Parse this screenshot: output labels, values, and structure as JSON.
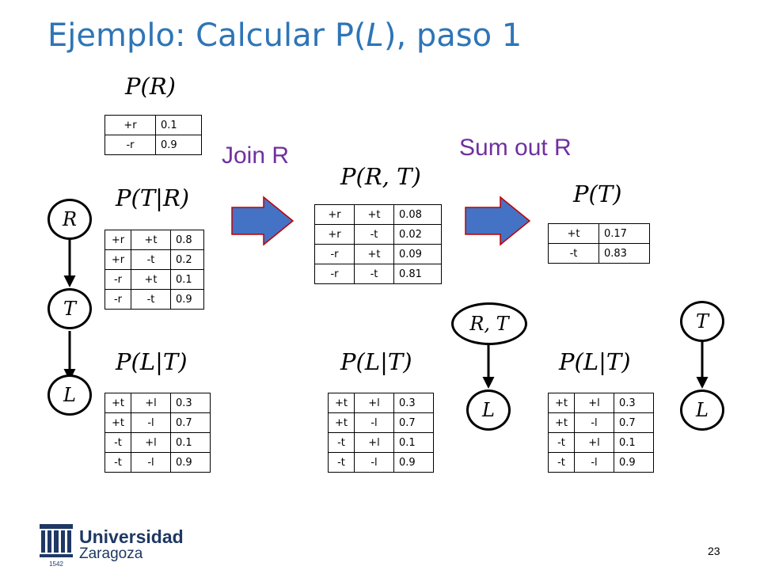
{
  "slide": {
    "title_prefix": "Ejemplo: Calcular P(",
    "title_var": "L",
    "title_suffix": "), paso 1",
    "page_number": "23"
  },
  "operations": {
    "join": "Join R",
    "sum_out": "Sum out R"
  },
  "labels": {
    "p_r": "P(R)",
    "p_t_given_r": "P(T|R)",
    "p_r_t": "P(R, T)",
    "p_t": "P(T)",
    "p_l_given_t_1": "P(L|T)",
    "p_l_given_t_2": "P(L|T)",
    "p_l_given_t_3": "P(L|T)"
  },
  "tables": {
    "p_r": [
      [
        "+r",
        "0.1"
      ],
      [
        "-r",
        "0.9"
      ]
    ],
    "p_t_given_r": [
      [
        "+r",
        "+t",
        "0.8"
      ],
      [
        "+r",
        "-t",
        "0.2"
      ],
      [
        "-r",
        "+t",
        "0.1"
      ],
      [
        "-r",
        "-t",
        "0.9"
      ]
    ],
    "p_r_t": [
      [
        "+r",
        "+t",
        "0.08"
      ],
      [
        "+r",
        "-t",
        "0.02"
      ],
      [
        "-r",
        "+t",
        "0.09"
      ],
      [
        "-r",
        "-t",
        "0.81"
      ]
    ],
    "p_t": [
      [
        "+t",
        "0.17"
      ],
      [
        "-t",
        "0.83"
      ]
    ],
    "p_l_given_t_1": [
      [
        "+t",
        "+l",
        "0.3"
      ],
      [
        "+t",
        "-l",
        "0.7"
      ],
      [
        "-t",
        "+l",
        "0.1"
      ],
      [
        "-t",
        "-l",
        "0.9"
      ]
    ],
    "p_l_given_t_2": [
      [
        "+t",
        "+l",
        "0.3"
      ],
      [
        "+t",
        "-l",
        "0.7"
      ],
      [
        "-t",
        "+l",
        "0.1"
      ],
      [
        "-t",
        "-l",
        "0.9"
      ]
    ],
    "p_l_given_t_3": [
      [
        "+t",
        "+l",
        "0.3"
      ],
      [
        "+t",
        "-l",
        "0.7"
      ],
      [
        "-t",
        "+l",
        "0.1"
      ],
      [
        "-t",
        "-l",
        "0.9"
      ]
    ]
  },
  "nodes": {
    "r": "R",
    "t1": "T",
    "l1": "L",
    "rt": "R, T",
    "l2": "L",
    "t2": "T",
    "l3": "L"
  },
  "logo": {
    "line1": "Universidad",
    "line2": "Zaragoza",
    "year": "1542"
  },
  "colors": {
    "title": "#2E75B6",
    "operation": "#7030A0",
    "arrow_fill": "#4472C4",
    "arrow_stroke": "#C00000",
    "logo": "#1F3864"
  }
}
